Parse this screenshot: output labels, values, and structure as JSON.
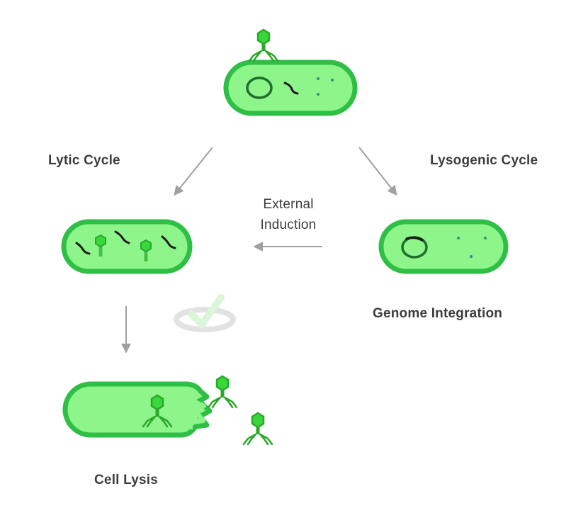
{
  "labels": {
    "lytic_cycle": "Lytic Cycle",
    "lysogenic_cycle": "Lysogenic Cycle",
    "external_induction_line1": "External",
    "external_induction_line2": "Induction",
    "genome_integration": "Genome Integration",
    "cell_lysis": "Cell Lysis"
  },
  "colors": {
    "cell_fill": "#8df58a",
    "cell_outline": "#2fbf47",
    "phage": "#2aa82a",
    "phage_head": "#38d83a",
    "dna": "#1a1a1a",
    "ribosome": "#2f8f7f",
    "arrow": "#a0a0a0",
    "text": "#3d3d3d"
  },
  "icons": [
    "bacteriophage-icon",
    "bacterium-icon",
    "arrow-icon",
    "recycle-check-watermark"
  ]
}
